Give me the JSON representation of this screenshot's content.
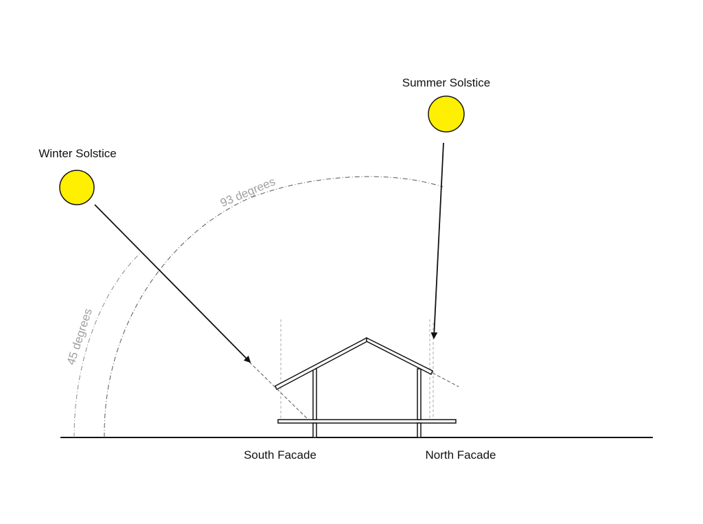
{
  "labels": {
    "summer": "Summer Solstice",
    "winter": "Winter Solstice",
    "south": "South Facade",
    "north": "North Facade"
  },
  "angles": {
    "summer": "93 degrees",
    "winter": "45 degrees"
  },
  "colors": {
    "sun_fill": "#ffef00",
    "ink": "#111111",
    "angle_text": "#a0a0a0"
  }
}
